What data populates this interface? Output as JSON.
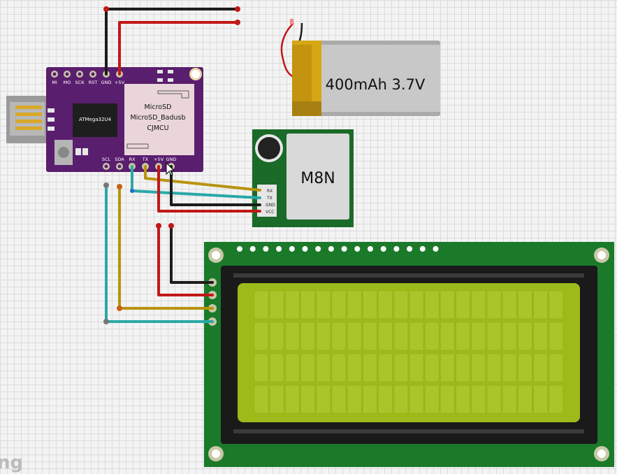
{
  "board": {
    "top_pins": [
      "MI",
      "MO",
      "SCK",
      "RST",
      "GND",
      "+5V"
    ],
    "chip": "ATMega32U4",
    "sd_lines": [
      "MicroSD",
      "MicroSD_Badusb",
      "CJMCU"
    ],
    "bottom_pins": [
      "SCL",
      "SDA",
      "RX",
      "TX",
      "+5V",
      "GND"
    ]
  },
  "battery": {
    "label": "400mAh 3.7V"
  },
  "gps": {
    "label": "M8N",
    "pins": [
      "RX",
      "TX",
      "GND",
      "VCC"
    ]
  },
  "lcd": {
    "backlight_color": "#9cba1a",
    "pcb_color": "#1a7a2a"
  },
  "watermark": {
    "text": "ng"
  },
  "colors": {
    "board": "#5a1e6e",
    "wire_red": "#c11818",
    "wire_black": "#1c1c1c",
    "wire_yellow": "#b8940e",
    "wire_cyan": "#2aa8a8",
    "pcb_green": "#1a6a28"
  }
}
